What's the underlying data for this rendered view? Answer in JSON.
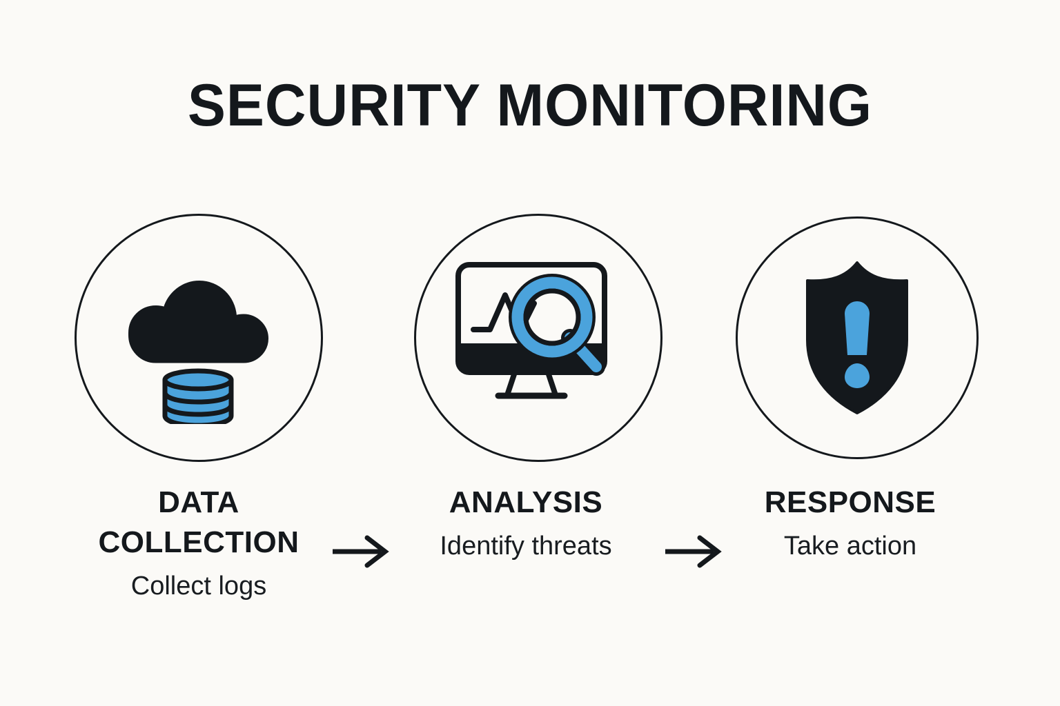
{
  "page": {
    "title": "SECURITY MONITORING",
    "background_color": "#fbfaf7",
    "ink_color": "#14181c",
    "accent_color": "#4ba3dc"
  },
  "flow": {
    "steps": [
      {
        "id": "data-collection",
        "title_line1": "DATA",
        "title_line2": "COLLECTION",
        "subtitle": "Collect logs",
        "icon": "cloud-database-icon"
      },
      {
        "id": "analysis",
        "title_line1": "ANALYSIS",
        "title_line2": "",
        "subtitle": "Identify threats",
        "icon": "monitor-magnifier-icon"
      },
      {
        "id": "response",
        "title_line1": "RESPONSE",
        "title_line2": "",
        "subtitle": "Take action",
        "icon": "shield-alert-icon"
      }
    ],
    "connectors": [
      {
        "id": "arrow-1",
        "icon": "arrow-right-icon"
      },
      {
        "id": "arrow-2",
        "icon": "arrow-right-icon"
      }
    ]
  }
}
